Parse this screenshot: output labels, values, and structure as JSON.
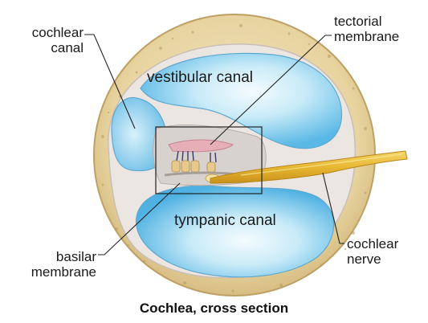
{
  "labels": {
    "cochlear_canal_line1": "cochlear",
    "cochlear_canal_line2": "canal",
    "vestibular_canal": "vestibular canal",
    "tympanic_canal": "tympanic canal",
    "tectorial_membrane_line1": "tectorial",
    "tectorial_membrane_line2": "membrane",
    "basilar_membrane_line1": "basilar",
    "basilar_membrane_line2": "membrane",
    "cochlear_nerve_line1": "cochlear",
    "cochlear_nerve_line2": "nerve"
  },
  "caption": "Cochlea, cross section",
  "colors": {
    "bone": "#ead8a8",
    "bone_edge": "#c9a96a",
    "canal_fluid": "#6fc3ea",
    "canal_light": "#d9f1fb",
    "tissue": "#d7d0cc",
    "membrane": "#e6aeb6",
    "nerve": "#e8b832"
  }
}
